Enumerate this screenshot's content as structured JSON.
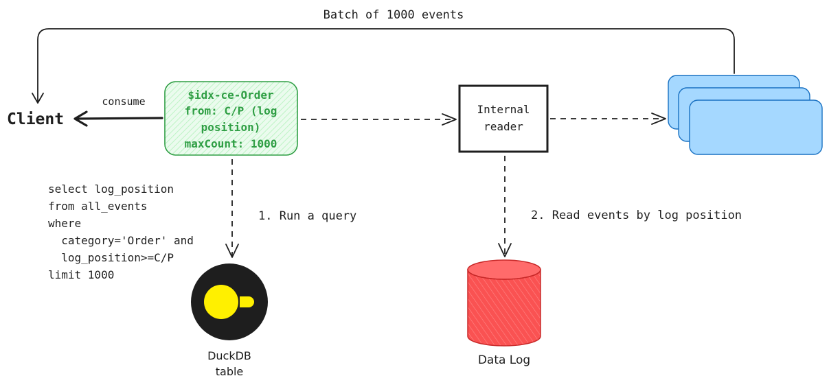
{
  "labels": {
    "batch": "Batch of 1000 events",
    "client": "Client",
    "consume": "consume",
    "step1": "1. Run a query",
    "step2": "2. Read events by log position",
    "duckdb": [
      "DuckDB",
      "table"
    ],
    "data_log": "Data Log"
  },
  "index_box": {
    "lines": [
      "$idx-ce-Order",
      "from: C/P (log",
      "position)",
      "maxCount: 1000"
    ]
  },
  "reader_box": {
    "lines": [
      "Internal",
      "reader"
    ]
  },
  "sql_query": {
    "lines": [
      "select log_position",
      "from all_events",
      "where",
      "  category='Order' and",
      "  log_position>=C/P",
      "limit 1000"
    ]
  },
  "colors": {
    "ink": "#1e1e1e",
    "index_stroke": "#2f9e44",
    "index_fill": "#ebfbee",
    "log_red": "#fa5252",
    "log_stroke": "#c92a2a",
    "cards_fill": "#a5d8ff",
    "cards_stroke": "#1971c2",
    "duck_yellow": "#fff000"
  }
}
